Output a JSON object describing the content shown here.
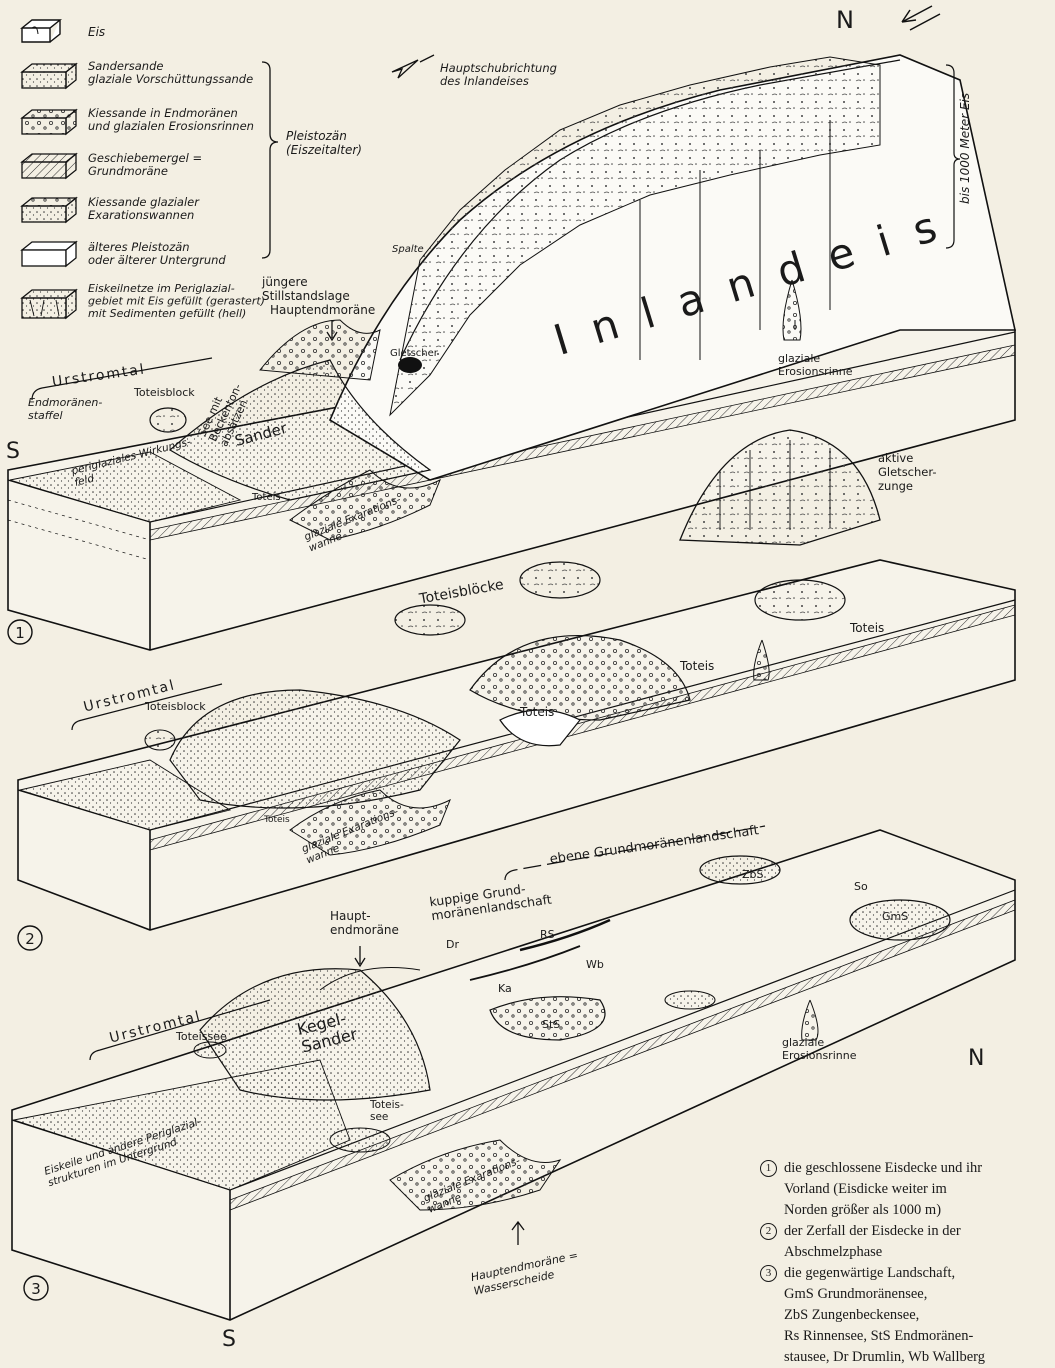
{
  "legend": {
    "items": [
      {
        "text": "Eis"
      },
      {
        "text": "Sandersande\nglaziale Vorschüttungssande"
      },
      {
        "text": "Kiessande in Endmoränen\nund glazialen Erosionsrinnen"
      },
      {
        "text": "Geschiebemergel =\nGrundmoräne"
      },
      {
        "text": "Kiessande glazialer\nExarationswannen"
      },
      {
        "text": "älteres Pleistozän\noder älterer Untergrund"
      },
      {
        "text": "Eiskeilnetze im Periglazial-\ngebiet mit Eis gefüllt (gerastert)\nmit Sedimenten gefüllt (hell)"
      }
    ],
    "pleistozan": "Pleistozän\n(Eiszeitalter)",
    "schub": "Hauptschubrichtung\ndes Inlandeises"
  },
  "compass": {
    "n_top": "N",
    "s_1": "S",
    "n_3": "N",
    "s_3": "S"
  },
  "panel1": {
    "number": "1",
    "inlandeis": "Inlandeis",
    "thickness": "bis 1000 Meter Eis",
    "spalte": "Spalte",
    "stillstand": "jüngere\nStillstandslage",
    "hauptend": "Hauptendmoräne",
    "urstromtal": "Urstromtal",
    "toteisblock": "Toteisblock",
    "endmoraenen": "Endmoränen-\nstaffel",
    "gletscher": "Gletscher",
    "sander": "Sander",
    "see": "See mit\nBeckenton-\nabsätzen",
    "toteis": "Toteis",
    "periglazial": "periglaziales Wirkungs-\nfeld",
    "exaration": "glaziale Exarations-\nwanne",
    "erosion": "glaziale\nErosionsrinne"
  },
  "panel2": {
    "number": "2",
    "aktive": "aktive\nGletscher-\nzunge",
    "toteisbloecke": "Toteisblöcke",
    "toteis_a": "Toteis",
    "toteis_b": "Toteis",
    "toteis_c": "Toteis",
    "toteis_d": "Toteis",
    "urstromtal": "Urstromtal",
    "toteisblock": "Toteisblock",
    "exaration": "glaziale Exarations-\nwanne"
  },
  "panel3": {
    "number": "3",
    "ebene": "ebene Grundmoränenlandschaft",
    "kuppige": "kuppige Grund-\nmoränenlandschaft",
    "haupt": "Haupt-\nendmoräne",
    "zbs": "ZbS",
    "so": "So",
    "gms": "GmS",
    "rs": "RS",
    "dr": "Dr",
    "wb": "Wb",
    "ka": "Ka",
    "sts": "StS",
    "urstromtal": "Urstromtal",
    "toteissee": "Toteissee",
    "kegel": "Kegel-\nSander",
    "toteis_see": "Toteis-\nsee",
    "eiskeile": "Eiskeile und andere Periglazial-\nstrukturen im Untergrund",
    "exaration": "glaziale Exarations-\nwanne",
    "erosion": "glaziale\nErosionsrinne",
    "wasserscheide": "Hauptendmoräne =\nWasserscheide"
  },
  "caption": [
    {
      "num": "1",
      "text": "die geschlossene Eisdecke und ihr\nVorland (Eisdicke weiter im\nNorden größer als 1000 m)"
    },
    {
      "num": "2",
      "text": "der Zerfall der Eisdecke in der\nAbschmelzphase"
    },
    {
      "num": "3",
      "text": "die gegenwärtige Landschaft,\nGmS Grundmoränensee,\nZbS Zungenbeckensee,\nRs Rinnensee, StS Endmoränen-\nstausee, Dr Drumlin, Wb Wallberg"
    }
  ]
}
